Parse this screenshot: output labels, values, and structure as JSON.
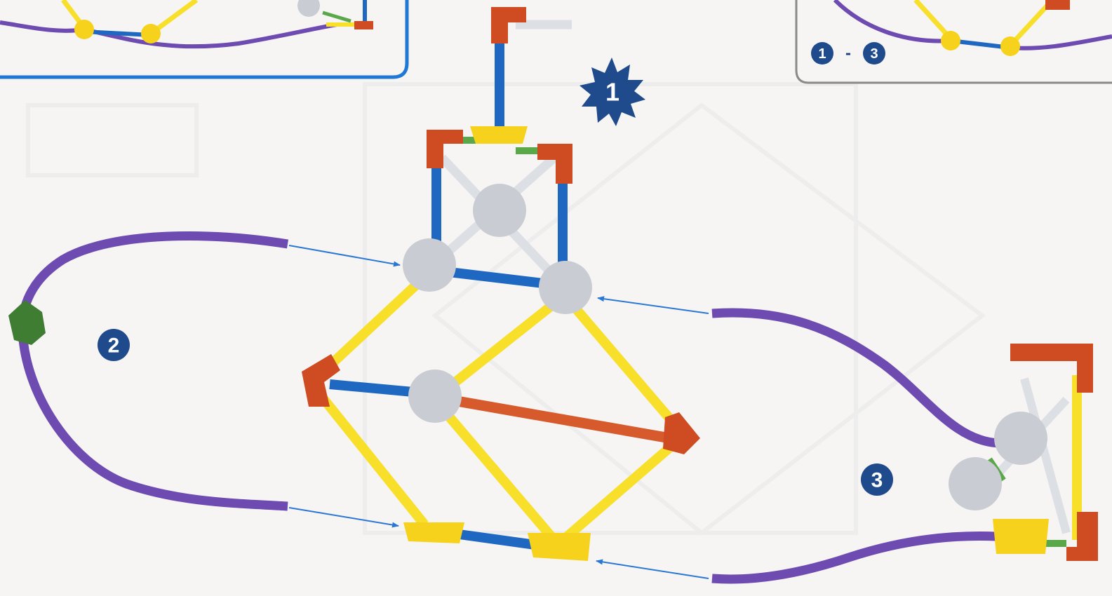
{
  "steps": {
    "step1": "1",
    "step2": "2",
    "step3": "3"
  },
  "inset_right": {
    "range_start": "1",
    "range_dash": "-",
    "range_end": "3"
  },
  "colors": {
    "blue_rod": "#1f68c2",
    "yellow_rod": "#f7df2a",
    "red_rod": "#d65a2b",
    "purple_flex": "#6e4bb0",
    "white_rod": "#dcdfe4",
    "green_rod": "#5aa84a",
    "orange_connector": "#cf4b21",
    "yellow_connector": "#f7d21c",
    "grey_connector": "#c9cdd3",
    "green_connector": "#3f7d33",
    "arrow_blue": "#2b78d4",
    "badge_navy": "#1f4a8c",
    "inset_blue_border": "#1f77d6",
    "inset_grey_border": "#8a8a8a"
  },
  "icons": [
    "starburst-badge-icon",
    "circle-number-badge-icon",
    "arrow-icon"
  ]
}
